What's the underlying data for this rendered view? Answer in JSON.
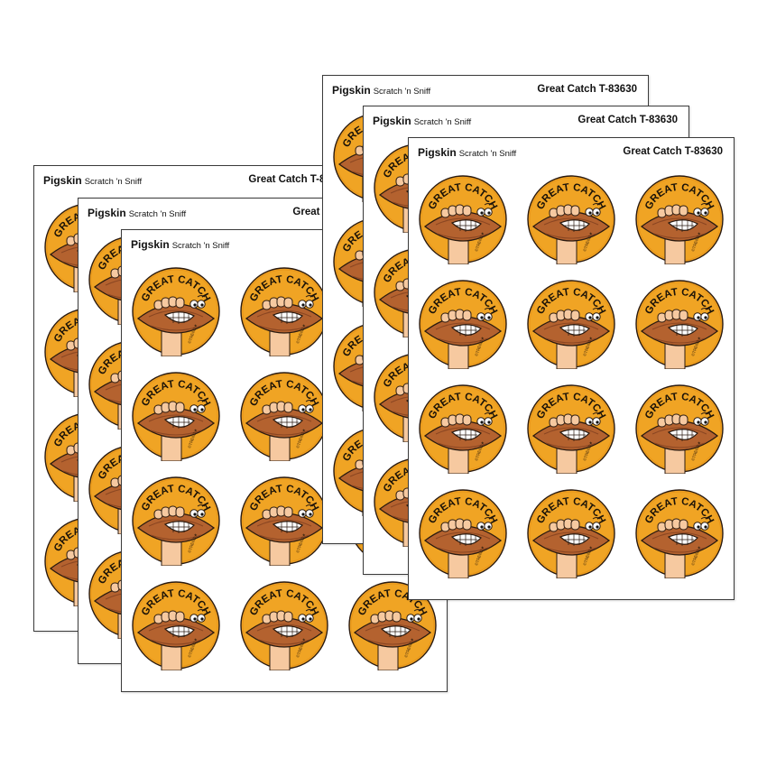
{
  "product": {
    "brand": "Pigskin",
    "subtitle": "Scratch 'n Sniff",
    "code": "Great Catch T-83630",
    "sticker_text": "GREAT CATCH",
    "sticker_mark": "©TREND★"
  },
  "colors": {
    "sticker_bg": "#F0A424",
    "sticker_ring": "#E8961A",
    "football": "#B4622F",
    "football_dark": "#8A4622",
    "sleeve": "#F6C9A0",
    "outline": "#2a1a10"
  },
  "sheets": [
    {
      "id": "back-left-1"
    },
    {
      "id": "back-left-2"
    },
    {
      "id": "front-left"
    },
    {
      "id": "back-right-1"
    },
    {
      "id": "back-right-2"
    },
    {
      "id": "front-right"
    }
  ]
}
